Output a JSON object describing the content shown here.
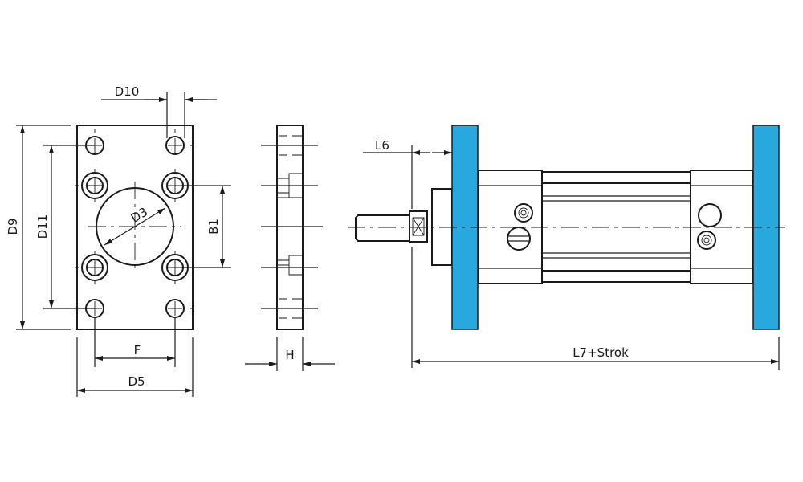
{
  "labels": {
    "d10": "D10",
    "d9": "D9",
    "d11": "D11",
    "d3": "D3",
    "b1": "B1",
    "f": "F",
    "d5": "D5",
    "h": "H",
    "l6": "L6",
    "l7": "L7+Strok"
  },
  "colors": {
    "flange": "#29a8e0",
    "line": "#1a1a1a"
  }
}
